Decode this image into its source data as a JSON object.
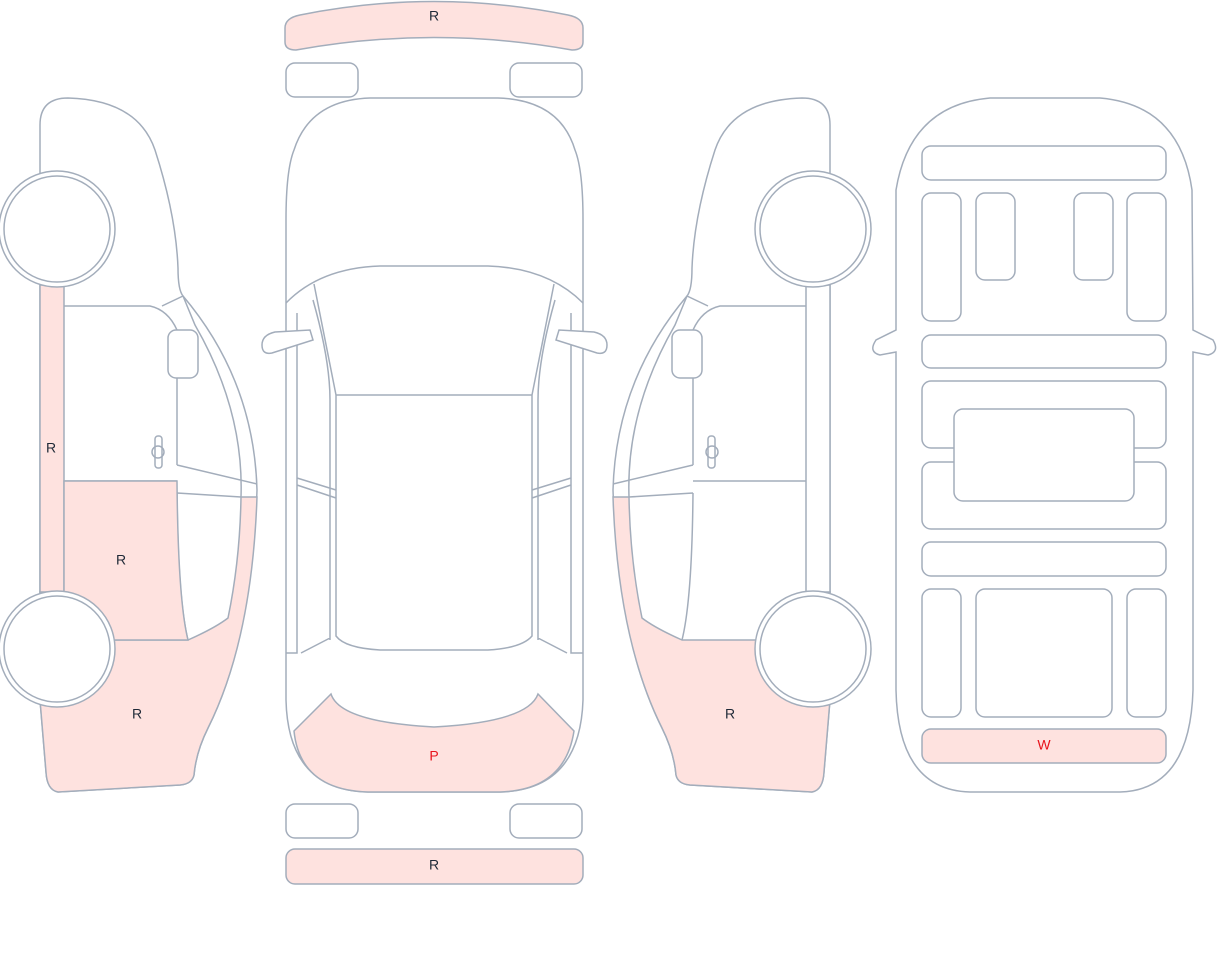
{
  "colors": {
    "damage_fill": "#fee2df",
    "outline": "#a3adbb",
    "label_default": "#1f2937",
    "label_alert": "#e8141c"
  },
  "labels": {
    "left_pillar": "R",
    "left_front_door": "R",
    "left_lower": "R",
    "roof": "R",
    "front_bumper": "P",
    "rear_bar": "R",
    "right_lower": "R",
    "underbody_rear": "W"
  }
}
